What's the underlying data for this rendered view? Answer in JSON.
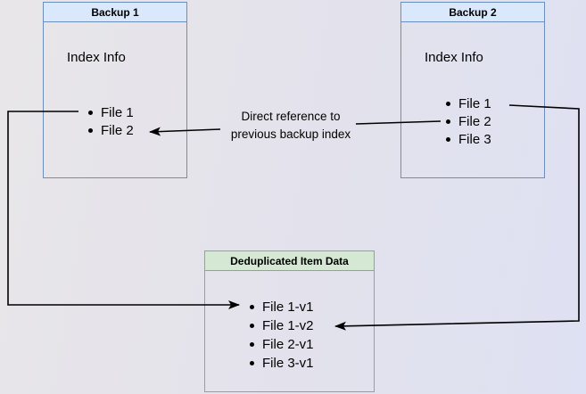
{
  "diagram": {
    "backup1": {
      "title": "Backup 1",
      "index_label": "Index Info",
      "files": [
        "File 1",
        "File 2"
      ]
    },
    "backup2": {
      "title": "Backup 2",
      "index_label": "Index Info",
      "files": [
        "File 1",
        "File 2",
        "File 3"
      ]
    },
    "dedup": {
      "title": "Deduplicated Item Data",
      "files": [
        "File 1-v1",
        "File 1-v2",
        "File 2-v1",
        "File 3-v1"
      ]
    },
    "annotation": {
      "line1": "Direct reference to",
      "line2": "previous backup index"
    },
    "colors": {
      "blue_header_fill": "#dae8fc",
      "blue_border": "#6c8ebf",
      "green_header_fill": "#d5e8d4",
      "green_border": "#82b366",
      "arrow": "#000000",
      "background_left": "#e8e6e8",
      "background_right": "#dee1f3"
    }
  }
}
